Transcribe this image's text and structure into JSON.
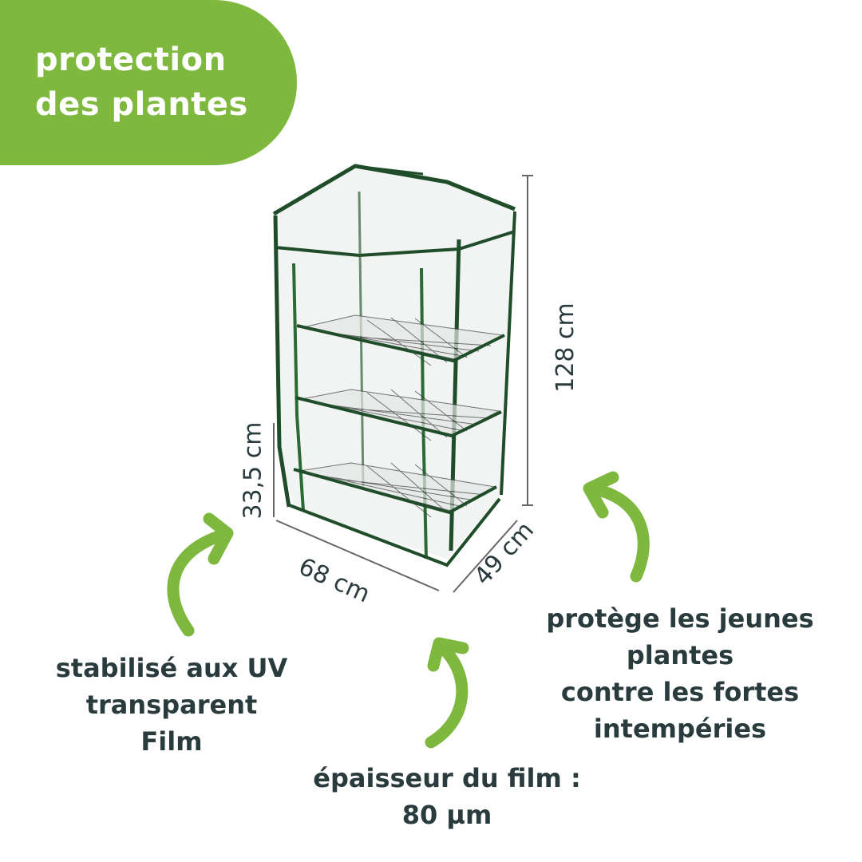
{
  "banner": {
    "line1": "protection",
    "line2": "des plantes"
  },
  "dimensions": {
    "height": "128 cm",
    "shelf_spacing": "33,5 cm",
    "width": "68 cm",
    "depth": "49 cm"
  },
  "features": {
    "uv": {
      "line1": "stabilisé aux UV",
      "line2": "transparent",
      "line3": "Film"
    },
    "thickness": {
      "line1": "épaisseur du film :",
      "line2": "80 µm"
    },
    "protection": {
      "line1": "protège les jeunes",
      "line2": "plantes",
      "line3": "contre les fortes",
      "line4": "intempéries"
    }
  },
  "colors": {
    "brand_green": "#7fb83e",
    "text_dark": "#2a3b3d",
    "frame_green": "#1f4d2a"
  },
  "icons": [
    "curved-arrow-icon",
    "mini-greenhouse-product-image"
  ]
}
